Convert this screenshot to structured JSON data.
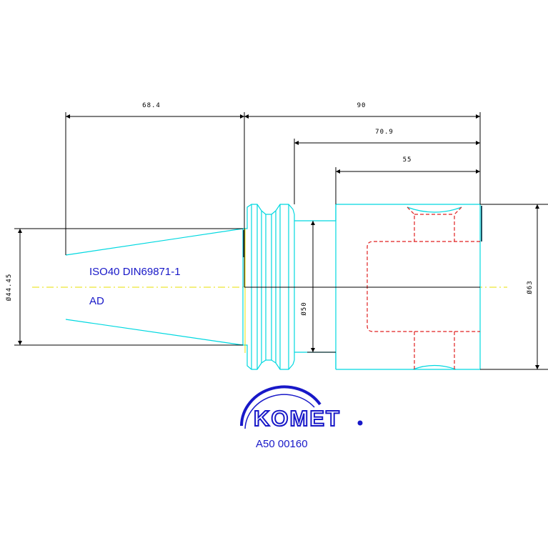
{
  "dimensions": {
    "len_68_4": "68.4",
    "len_90": "90",
    "len_70_9": "70.9",
    "len_55": "55",
    "dia_44_45": "Ø44.45",
    "dia_50": "Ø50",
    "dia_63": "Ø63"
  },
  "labels": {
    "spec": "ISO40 DIN69871-1",
    "variant": "AD"
  },
  "logo": {
    "brand": "KOMET",
    "part_number": "A50 00160"
  },
  "colors": {
    "outline": "#00d8e0",
    "hidden": "#e02020",
    "dimension": "#000000",
    "centerline": "#e8e000",
    "label": "#1818c8"
  }
}
